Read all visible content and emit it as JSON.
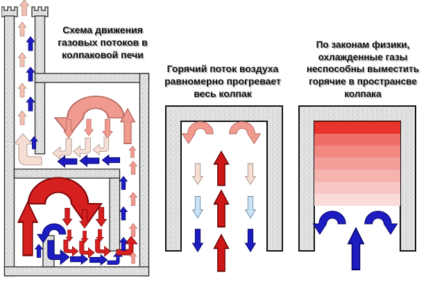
{
  "panels": {
    "left": {
      "title": "Схема движения\nгазовых потоков в\nколпаковой печи"
    },
    "middle": {
      "caption": "Горячий поток воздуха\nравномерно прогревает\nвесь колпак"
    },
    "right": {
      "caption": "По законам физики,\nохлажденные газы\nнеспособны выместить\nгорячие в пространсве\nколпака"
    }
  },
  "colors": {
    "hot_flow": "#d61f1f",
    "warm_flow": "#f09a90",
    "cooling_flow": "#f7ded4",
    "cool_flow": "#cae3f5",
    "cold_flow": "#1c1cc0",
    "wall_fill": "#e2e2e2",
    "wall_stroke": "#2a2a2a",
    "heat_gradient": [
      "#e9342c",
      "#ef6e68",
      "#f18981",
      "#f39e98",
      "#f5b3ae",
      "#f7c8c3",
      "#f9dcd8"
    ]
  }
}
